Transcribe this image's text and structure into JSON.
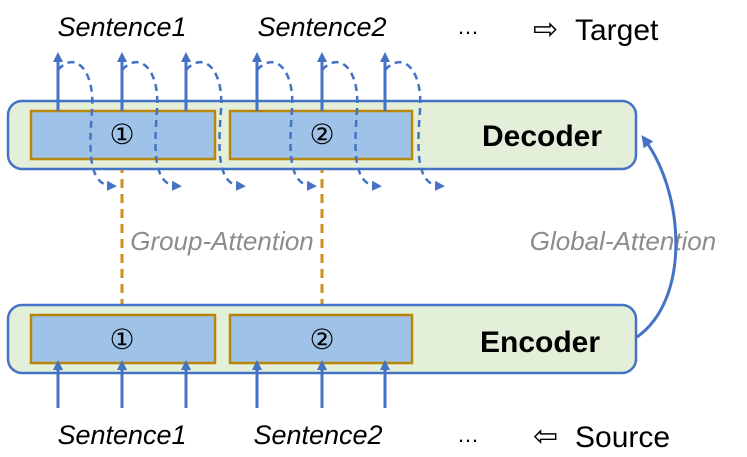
{
  "colors": {
    "panel_fill": "#e3efd9",
    "panel_stroke": "#4472c4",
    "segment_fill": "#9fc3e8",
    "segment_stroke": "#b8860b",
    "arrow": "#4472c4",
    "group_attention_line": "#d08f1c",
    "attention_label": "#8c8c8c",
    "text": "#000000"
  },
  "top_row": {
    "sentence1": "Sentence1",
    "sentence2": "Sentence2",
    "ellipsis": "…",
    "target_arrow_icon": "⇨",
    "target_label": "Target"
  },
  "bottom_row": {
    "sentence1": "Sentence1",
    "sentence2": "Sentence2",
    "ellipsis": "…",
    "source_arrow_icon": "⇦",
    "source_label": "Source"
  },
  "decoder": {
    "label": "Decoder",
    "segment1": "①",
    "segment2": "②"
  },
  "encoder": {
    "label": "Encoder",
    "segment1": "①",
    "segment2": "②"
  },
  "annotations": {
    "group_attention": "Group-Attention",
    "global_attention": "Global-Attention"
  }
}
